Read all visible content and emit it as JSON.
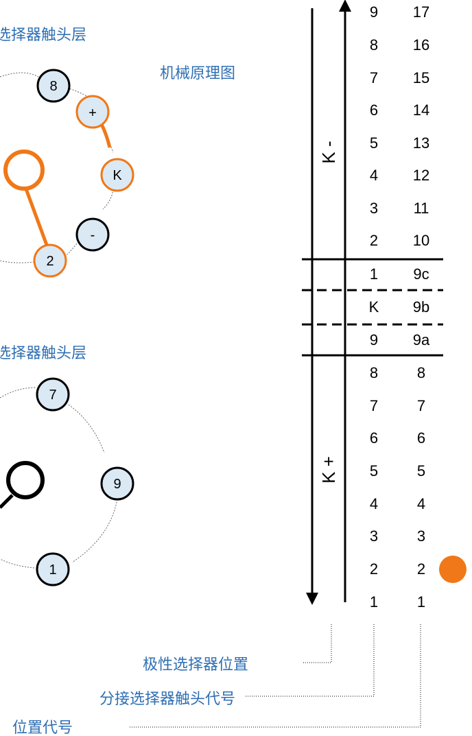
{
  "labels": {
    "upper_layer": "选择器触头层",
    "mechanism": "机械原理图",
    "lower_layer": "选择器触头层",
    "polarity_selector_position": "极性选择器位置",
    "tap_selector_contact_code": "分接选择器触头代号",
    "position_code": "位置代号",
    "k_minus": "K -",
    "k_plus": "K +"
  },
  "upper_contacts": {
    "c8": "8",
    "plus": "+",
    "k": "K",
    "minus": "-",
    "c2": "2"
  },
  "lower_contacts": {
    "c7": "7",
    "c9": "9",
    "c1": "1"
  },
  "table": {
    "rows": [
      {
        "contact": "9",
        "position": "17"
      },
      {
        "contact": "8",
        "position": "16"
      },
      {
        "contact": "7",
        "position": "15"
      },
      {
        "contact": "6",
        "position": "14"
      },
      {
        "contact": "5",
        "position": "13"
      },
      {
        "contact": "4",
        "position": "12"
      },
      {
        "contact": "3",
        "position": "11"
      },
      {
        "contact": "2",
        "position": "10"
      },
      {
        "contact": "1",
        "position": "9c"
      },
      {
        "contact": "K",
        "position": "9b"
      },
      {
        "contact": "9",
        "position": "9a"
      },
      {
        "contact": "8",
        "position": "8"
      },
      {
        "contact": "7",
        "position": "7"
      },
      {
        "contact": "6",
        "position": "6"
      },
      {
        "contact": "5",
        "position": "5"
      },
      {
        "contact": "4",
        "position": "4"
      },
      {
        "contact": "3",
        "position": "3"
      },
      {
        "contact": "2",
        "position": "2"
      },
      {
        "contact": "1",
        "position": "1"
      }
    ]
  },
  "colors": {
    "accent": "#f07818",
    "label_blue": "#2f6fb3",
    "contact_fill": "#dbe9f5"
  }
}
